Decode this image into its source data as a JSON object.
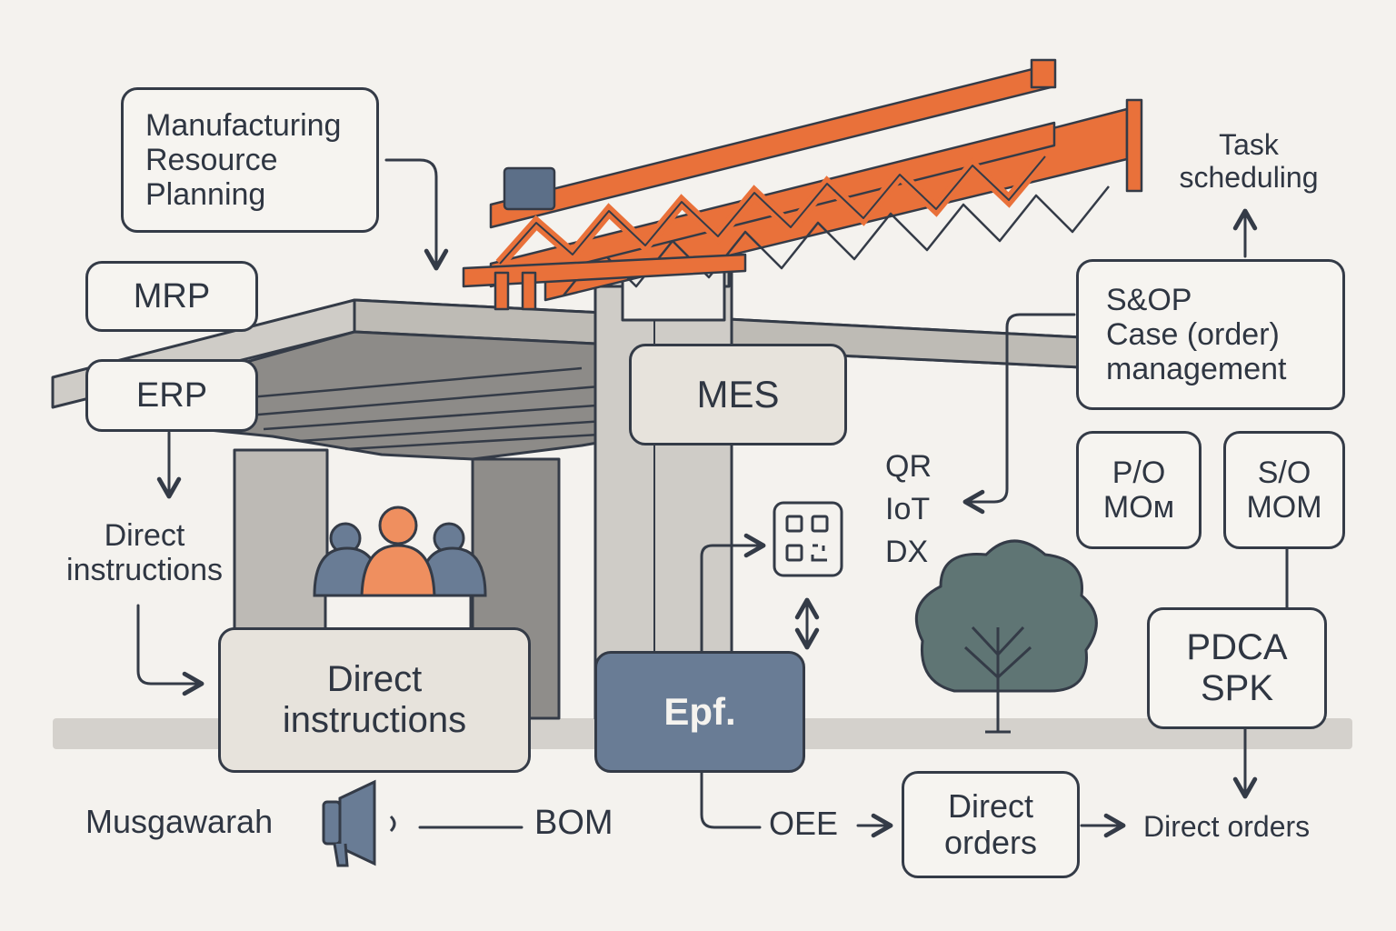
{
  "boxes": {
    "mrp_full": "Manufacturing\nResource\nPlanning",
    "mrp": "MRP",
    "erp": "ERP",
    "mes": "MES",
    "sop": "S&OP\nCase (order)\nmanagement",
    "po": "P/O\nMOᴍ",
    "so": "S/O\nMOM",
    "pdca": "PDCA\nSPK",
    "direct_instructions_box": "Direct\ninstructions",
    "epf": "Epf.",
    "direct_orders_box": "Direct\norders"
  },
  "labels": {
    "task_scheduling": "Task\nscheduling",
    "direct_instructions_left": "Direct\ninstructions",
    "qr_iot_dx": "QR\nIoT\nDX",
    "musgawarah": "Musgawarah",
    "bom": "BOM",
    "oee": "OEE",
    "direct_orders_end": "Direct orders"
  },
  "icons": [
    "qr-code-icon",
    "megaphone-icon",
    "people-icon",
    "tree-icon",
    "launching-gantry-crane-icon",
    "bridge-pier-icon"
  ],
  "colors": {
    "background": "#f4f2ee",
    "outline": "#343b47",
    "crane_orange": "#e9713a",
    "concrete_light": "#cfccc7",
    "concrete_dark": "#8f8d8a",
    "blue_accent": "#697c95",
    "person_orange": "#ef8f5f",
    "tree_green": "#5f7574"
  }
}
